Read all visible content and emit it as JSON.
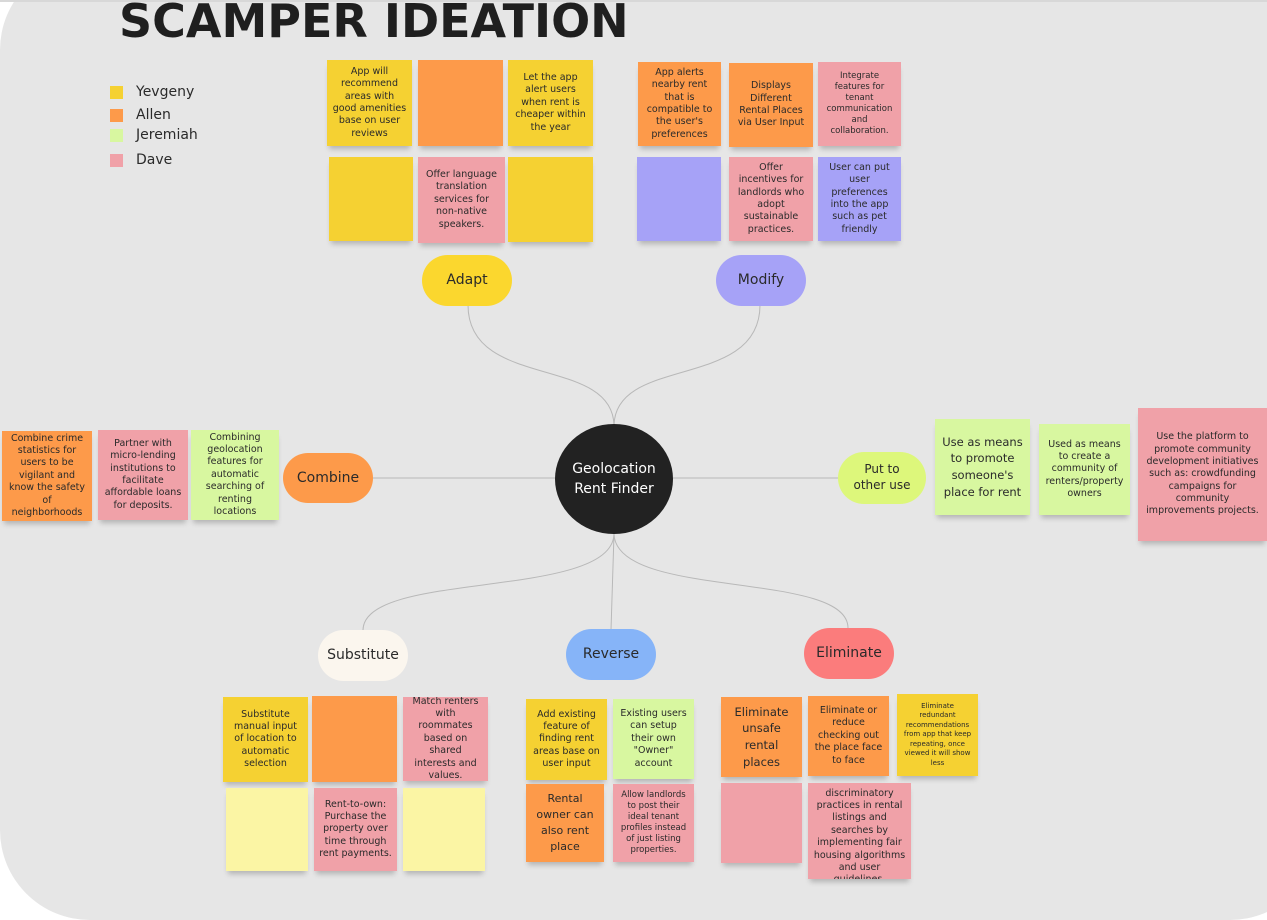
{
  "title": "SCAMPER IDEATION",
  "legend": [
    {
      "name": "Yevgeny",
      "color": "#f5d132"
    },
    {
      "name": "Allen",
      "color": "#fd9a4a"
    },
    {
      "name": "Jeremiah",
      "color": "#d8f7a0"
    },
    {
      "name": "Dave",
      "color": "#f0a1a8"
    }
  ],
  "center": {
    "line1": "Geolocation",
    "line2": "Rent Finder"
  },
  "branches": {
    "adapt": {
      "label": "Adapt",
      "color": "#fbd72e"
    },
    "modify": {
      "label": "Modify",
      "color": "#a6a2f7"
    },
    "combine": {
      "label": "Combine",
      "color": "#fd9a4a"
    },
    "put_to_other_use": {
      "label": "Put to other use",
      "color": "#ddf77b"
    },
    "substitute": {
      "label": "Substitute",
      "color": "#fbf6ee"
    },
    "reverse": {
      "label": "Reverse",
      "color": "#86b4f8"
    },
    "eliminate": {
      "label": "Eliminate",
      "color": "#fb7c7c"
    }
  },
  "notes": {
    "adapt": [
      "App will recommend areas with good amenities base on user reviews",
      "",
      "Let the app alert users when rent is cheaper within the year",
      "",
      "Offer language translation services for non-native speakers.",
      ""
    ],
    "modify": [
      "App alerts nearby rent that is compatible to the user's preferences",
      "Displays Different Rental Places via User Input",
      "Integrate features for tenant communication and collaboration.",
      "",
      "Offer incentives for landlords who adopt sustainable practices.",
      "User can put user preferences into the app such as pet friendly"
    ],
    "combine": [
      "Combine crime statistics for users to be vigilant and know the safety of neighborhoods",
      "Partner with micro-lending institutions to facilitate affordable loans for deposits.",
      "Combining geolocation features for automatic searching of renting locations"
    ],
    "put_to_other_use": [
      "Use as means to promote someone's place for rent",
      "Used as means to create a community of renters/property owners",
      "Use the platform to promote community development initiatives such as: crowdfunding campaigns for community improvements projects."
    ],
    "substitute": [
      "Substitute manual input of location to automatic selection",
      "",
      "Match renters with roommates based on shared interests and values.",
      "",
      "Rent-to-own: Purchase the property over time through rent payments.",
      ""
    ],
    "reverse": [
      "Add existing feature of finding rent areas base on user input",
      "Existing users can setup their own \"Owner\" account",
      "Rental owner can also rent place",
      "Allow landlords to post their ideal tenant profiles instead of just listing properties."
    ],
    "eliminate": [
      "Eliminate unsafe rental places",
      "Eliminate or reduce checking out the place face to face",
      "Eliminate redundant recommendations from app that keep repeating, once viewed it will show less",
      "",
      "Eliminate discriminatory practices in rental listings and searches by implementing fair housing algorithms and user guidelines."
    ]
  }
}
